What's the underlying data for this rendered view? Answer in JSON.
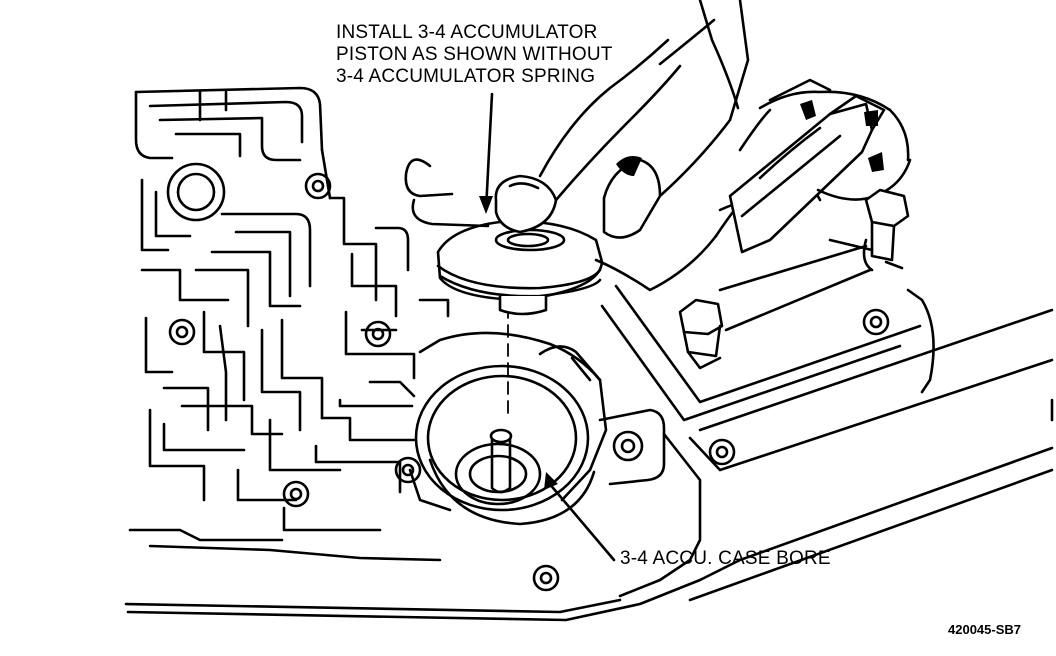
{
  "callouts": {
    "install_note": [
      "INSTALL 3-4 ACCUMULATOR",
      "PISTON AS SHOWN WITHOUT",
      "3-4 ACCUMULATOR SPRING"
    ],
    "case_bore": "3-4 ACCU. CASE BORE"
  },
  "figure_id": "420045-SB7"
}
